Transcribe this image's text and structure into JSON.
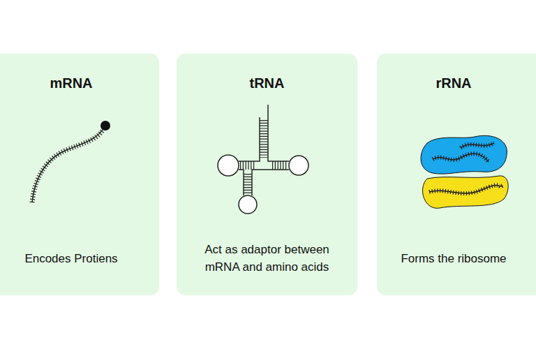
{
  "diagram": {
    "nodes": [
      {
        "text": [
          "mRNA",
          "Encodes Protiens"
        ]
      },
      {
        "text": [
          "tRNA",
          "Act as adaptor between mRNA and amino acids"
        ]
      },
      {
        "text": [
          "rRNA",
          "Forms the ribosome"
        ]
      }
    ]
  }
}
